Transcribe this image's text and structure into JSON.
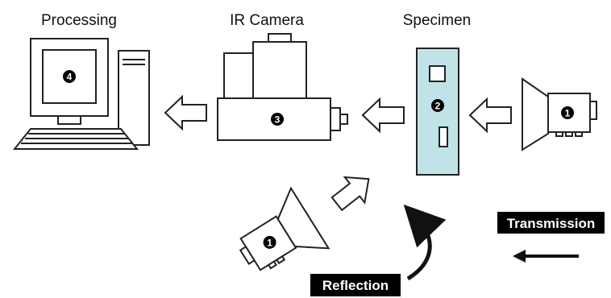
{
  "labels": {
    "processing": "Processing",
    "ir_camera": "IR Camera",
    "specimen": "Specimen",
    "transmission": "Transmission",
    "reflection": "Reflection"
  },
  "markers": {
    "source_transmission": "1",
    "specimen": "2",
    "ir_camera": "3",
    "processing": "4",
    "source_reflection": "1"
  },
  "colors": {
    "specimen_fill": "#bfe3e6",
    "stroke": "#222222",
    "arrow_fill": "#ffffff",
    "badge_bg": "#000000",
    "badge_text": "#ffffff"
  }
}
